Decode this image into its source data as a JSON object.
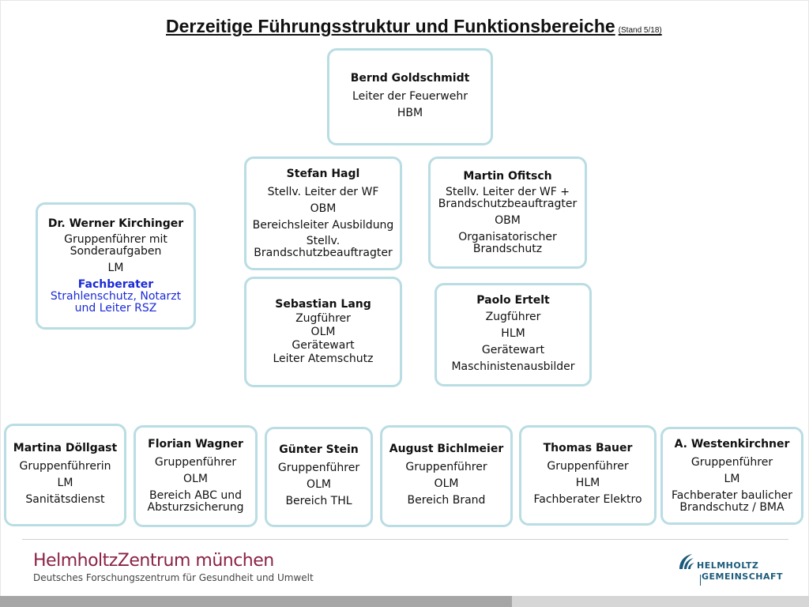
{
  "title": {
    "main": "Derzeitige Führungsstruktur und Funktionsbereiche",
    "stand": "(Stand 5/18)"
  },
  "nodes": {
    "goldschmidt": {
      "name": "Bernd Goldschmidt",
      "lines": [
        "Leiter der Feuerwehr",
        "HBM"
      ]
    },
    "hagl": {
      "name": "Stefan Hagl",
      "lines": [
        "Stellv. Leiter der WF",
        "OBM",
        "Bereichsleiter Ausbildung",
        "Stellv.",
        "Brandschutzbeauftragter"
      ]
    },
    "ofitsch": {
      "name": "Martin Ofitsch",
      "lines": [
        "Stellv. Leiter der WF +",
        "Brandschutzbeauftragter",
        "OBM",
        "Organisatorischer",
        "Brandschutz"
      ]
    },
    "kirchinger": {
      "name": "Dr. Werner Kirchinger",
      "lines": [
        "Gruppenführer mit",
        "Sonderaufgaben",
        "LM"
      ],
      "fachberater": "Fachberater",
      "blue_lines": [
        "Strahlenschutz, Notarzt",
        "und Leiter RSZ"
      ]
    },
    "lang": {
      "name": "Sebastian Lang",
      "lines": [
        "Zugführer",
        "OLM",
        "Gerätewart",
        "Leiter Atemschutz"
      ]
    },
    "ertelt": {
      "name": "Paolo Ertelt",
      "lines": [
        "Zugführer",
        "HLM",
        "Gerätewart",
        "Maschinistenausbilder"
      ]
    },
    "doellgast": {
      "name": "Martina Döllgast",
      "lines": [
        "Gruppenführerin",
        "LM",
        "Sanitätsdienst"
      ]
    },
    "wagner": {
      "name": "Florian Wagner",
      "lines": [
        "Gruppenführer",
        "OLM",
        "Bereich ABC und",
        "Absturzsicherung"
      ]
    },
    "stein": {
      "name": "Günter Stein",
      "lines": [
        "Gruppenführer",
        "OLM",
        "Bereich THL"
      ]
    },
    "bichlmeier": {
      "name": "August Bichlmeier",
      "lines": [
        "Gruppenführer",
        "OLM",
        "Bereich Brand"
      ]
    },
    "bauer": {
      "name": "Thomas Bauer",
      "lines": [
        "Gruppenführer",
        "HLM",
        "Fachberater Elektro"
      ]
    },
    "westenkirchner": {
      "name": "A. Westenkirchner",
      "lines": [
        "Gruppenführer",
        "LM",
        "Fachberater baulicher",
        "Brandschutz / BMA"
      ]
    }
  },
  "footer": {
    "org_name": "HelmholtzZentrum münchen",
    "org_sub": "Deutsches Forschungszentrum für Gesundheit und Umwelt",
    "logo_line1": "HELMHOLTZ",
    "logo_line2": "GEMEINSCHAFT"
  },
  "colors": {
    "box_border": "#b9dde3",
    "highlight_text": "#1a2ad6",
    "org_name": "#8a2244",
    "logo": "#1b5a7a"
  }
}
